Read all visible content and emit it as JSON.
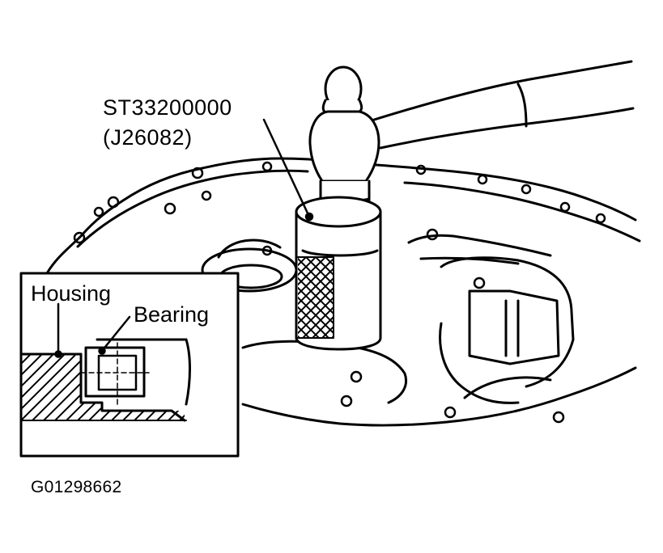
{
  "labels": {
    "tool_number": "ST33200000",
    "tool_alt_number": "(J26082)",
    "housing": "Housing",
    "bearing": "Bearing",
    "figure_id": "G01298662"
  },
  "colors": {
    "line": "#000000",
    "background": "#ffffff"
  }
}
